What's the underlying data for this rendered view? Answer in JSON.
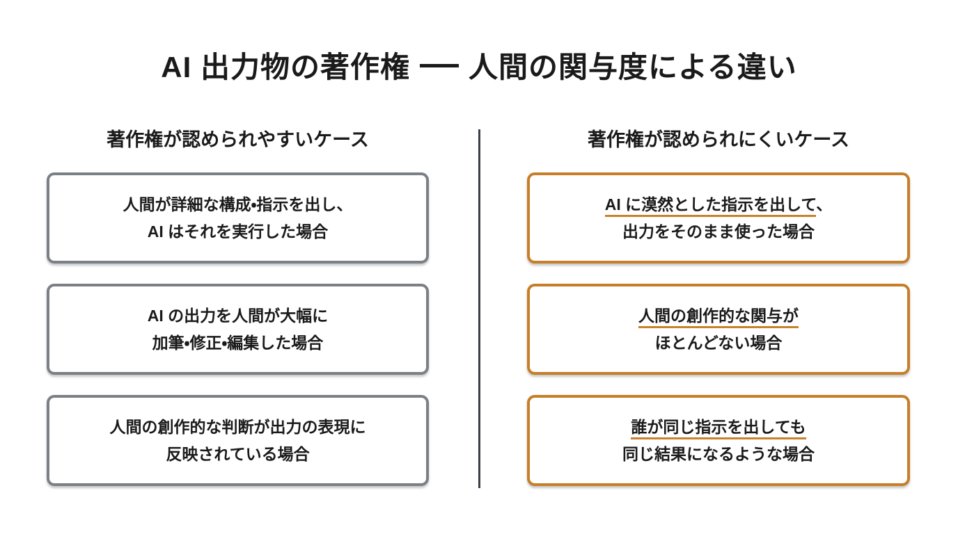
{
  "title": {
    "left": "AI 出力物の著作権",
    "right": "人間の関与度による違い"
  },
  "left_column": {
    "header": "著作権が認められやすいケース",
    "boxes": [
      {
        "line1": "人間が詳細な構成・指示を出し、",
        "line2": "AI はそれを実行した場合"
      },
      {
        "line1": "AI の出力を人間が大幅に",
        "line2": "加筆・修正・編集した場合"
      },
      {
        "line1": "人間の創作的な判断が出力の表現に",
        "line2": "反映されている場合"
      }
    ]
  },
  "right_column": {
    "header": "著作権が認められにくいケース",
    "boxes": [
      {
        "line1_underlined": "AI に漠然とした指示を出して",
        "line1_rest": "、",
        "line2": "出力をそのまま使った場合"
      },
      {
        "line1_underlined": "人間の創作的な関与が",
        "line1_rest": "",
        "line2": "ほとんどない場合"
      },
      {
        "line1_underlined": "誰が同じ指示を出しても",
        "line1_rest": "",
        "line2": "同じ結果になるような場合"
      }
    ]
  },
  "colors": {
    "accent_orange": "#c67e28",
    "underline_orange": "#c8812c",
    "box_border_gray": "#7a8085",
    "divider_gray": "#3a4046",
    "text_color": "#1a1a1a"
  }
}
